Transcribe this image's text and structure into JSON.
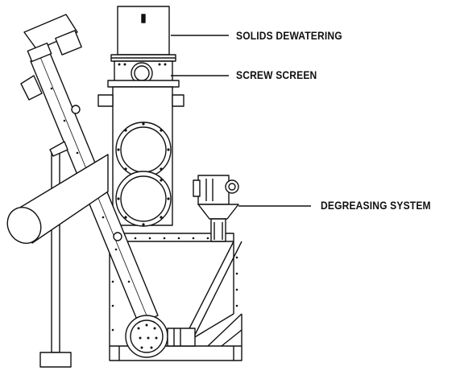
{
  "labels": {
    "solids_dewatering": "SOLIDS DEWATERING",
    "screw_screen": "SCREW SCREEN",
    "degreasing_system": "DEGREASING SYSTEM"
  },
  "colors": {
    "line": "#111111",
    "background": "#ffffff"
  }
}
